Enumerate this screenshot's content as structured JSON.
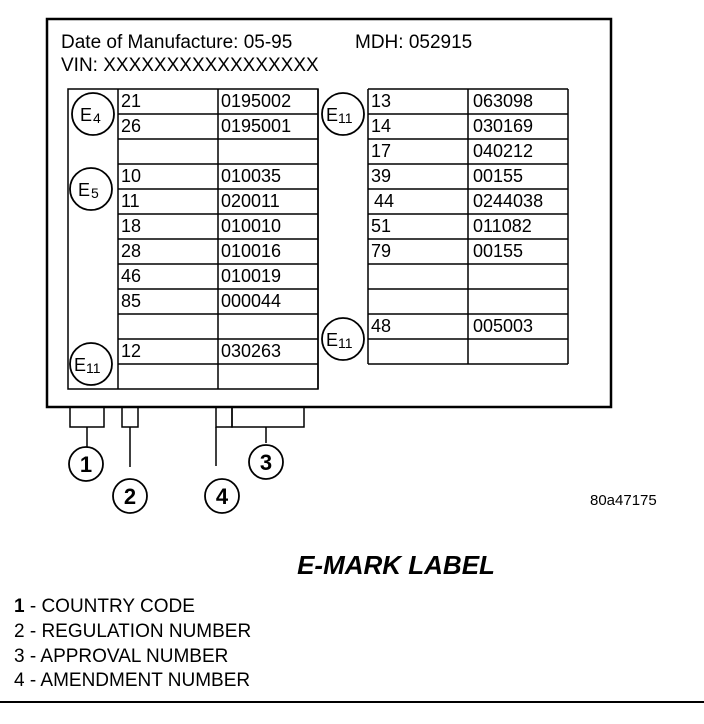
{
  "label": {
    "manufacture_line": "Date of Manufacture: 05-95",
    "mdh_line": "MDH: 052915",
    "vin_line": "VIN: XXXXXXXXXXXXXXXXX"
  },
  "left_rows": [
    {
      "reg": "21",
      "app": "0195002"
    },
    {
      "reg": "26",
      "app": "0195001"
    },
    {
      "reg": "",
      "app": ""
    },
    {
      "reg": "10",
      "app": "010035"
    },
    {
      "reg": "11",
      "app": "020011"
    },
    {
      "reg": "18",
      "app": "010010"
    },
    {
      "reg": "28",
      "app": "010016"
    },
    {
      "reg": "46",
      "app": "010019"
    },
    {
      "reg": "85",
      "app": "000044"
    },
    {
      "reg": "",
      "app": ""
    },
    {
      "reg": "12",
      "app": "030263"
    },
    {
      "reg": "",
      "app": ""
    }
  ],
  "right_rows": [
    {
      "reg": "13",
      "app": "063098"
    },
    {
      "reg": "14",
      "app": "030169"
    },
    {
      "reg": "17",
      "app": "040212"
    },
    {
      "reg": "39",
      "app": "00155"
    },
    {
      "reg": "44",
      "app": "0244038"
    },
    {
      "reg": "51",
      "app": "011082"
    },
    {
      "reg": "79",
      "app": "00155"
    },
    {
      "reg": "",
      "app": ""
    },
    {
      "reg": "",
      "app": ""
    },
    {
      "reg": "48",
      "app": "005003"
    },
    {
      "reg": "",
      "app": ""
    }
  ],
  "country_marks": {
    "left_top": {
      "letter": "E",
      "num": "4"
    },
    "left_mid": {
      "letter": "E",
      "num": "5"
    },
    "left_bottom": {
      "letter": "E",
      "num": "11"
    },
    "right_top": {
      "letter": "E",
      "num": "11"
    },
    "right_bottom": {
      "letter": "E",
      "num": "11"
    }
  },
  "callouts": [
    "1",
    "2",
    "3",
    "4"
  ],
  "figure_id": "80a47175",
  "title": "E-MARK LABEL",
  "legend": [
    {
      "num": "1",
      "text": " - COUNTRY CODE"
    },
    {
      "num": "2",
      "text": " - REGULATION NUMBER"
    },
    {
      "num": "3",
      "text": " - APPROVAL NUMBER"
    },
    {
      "num": "4",
      "text": " - AMENDMENT NUMBER"
    }
  ]
}
